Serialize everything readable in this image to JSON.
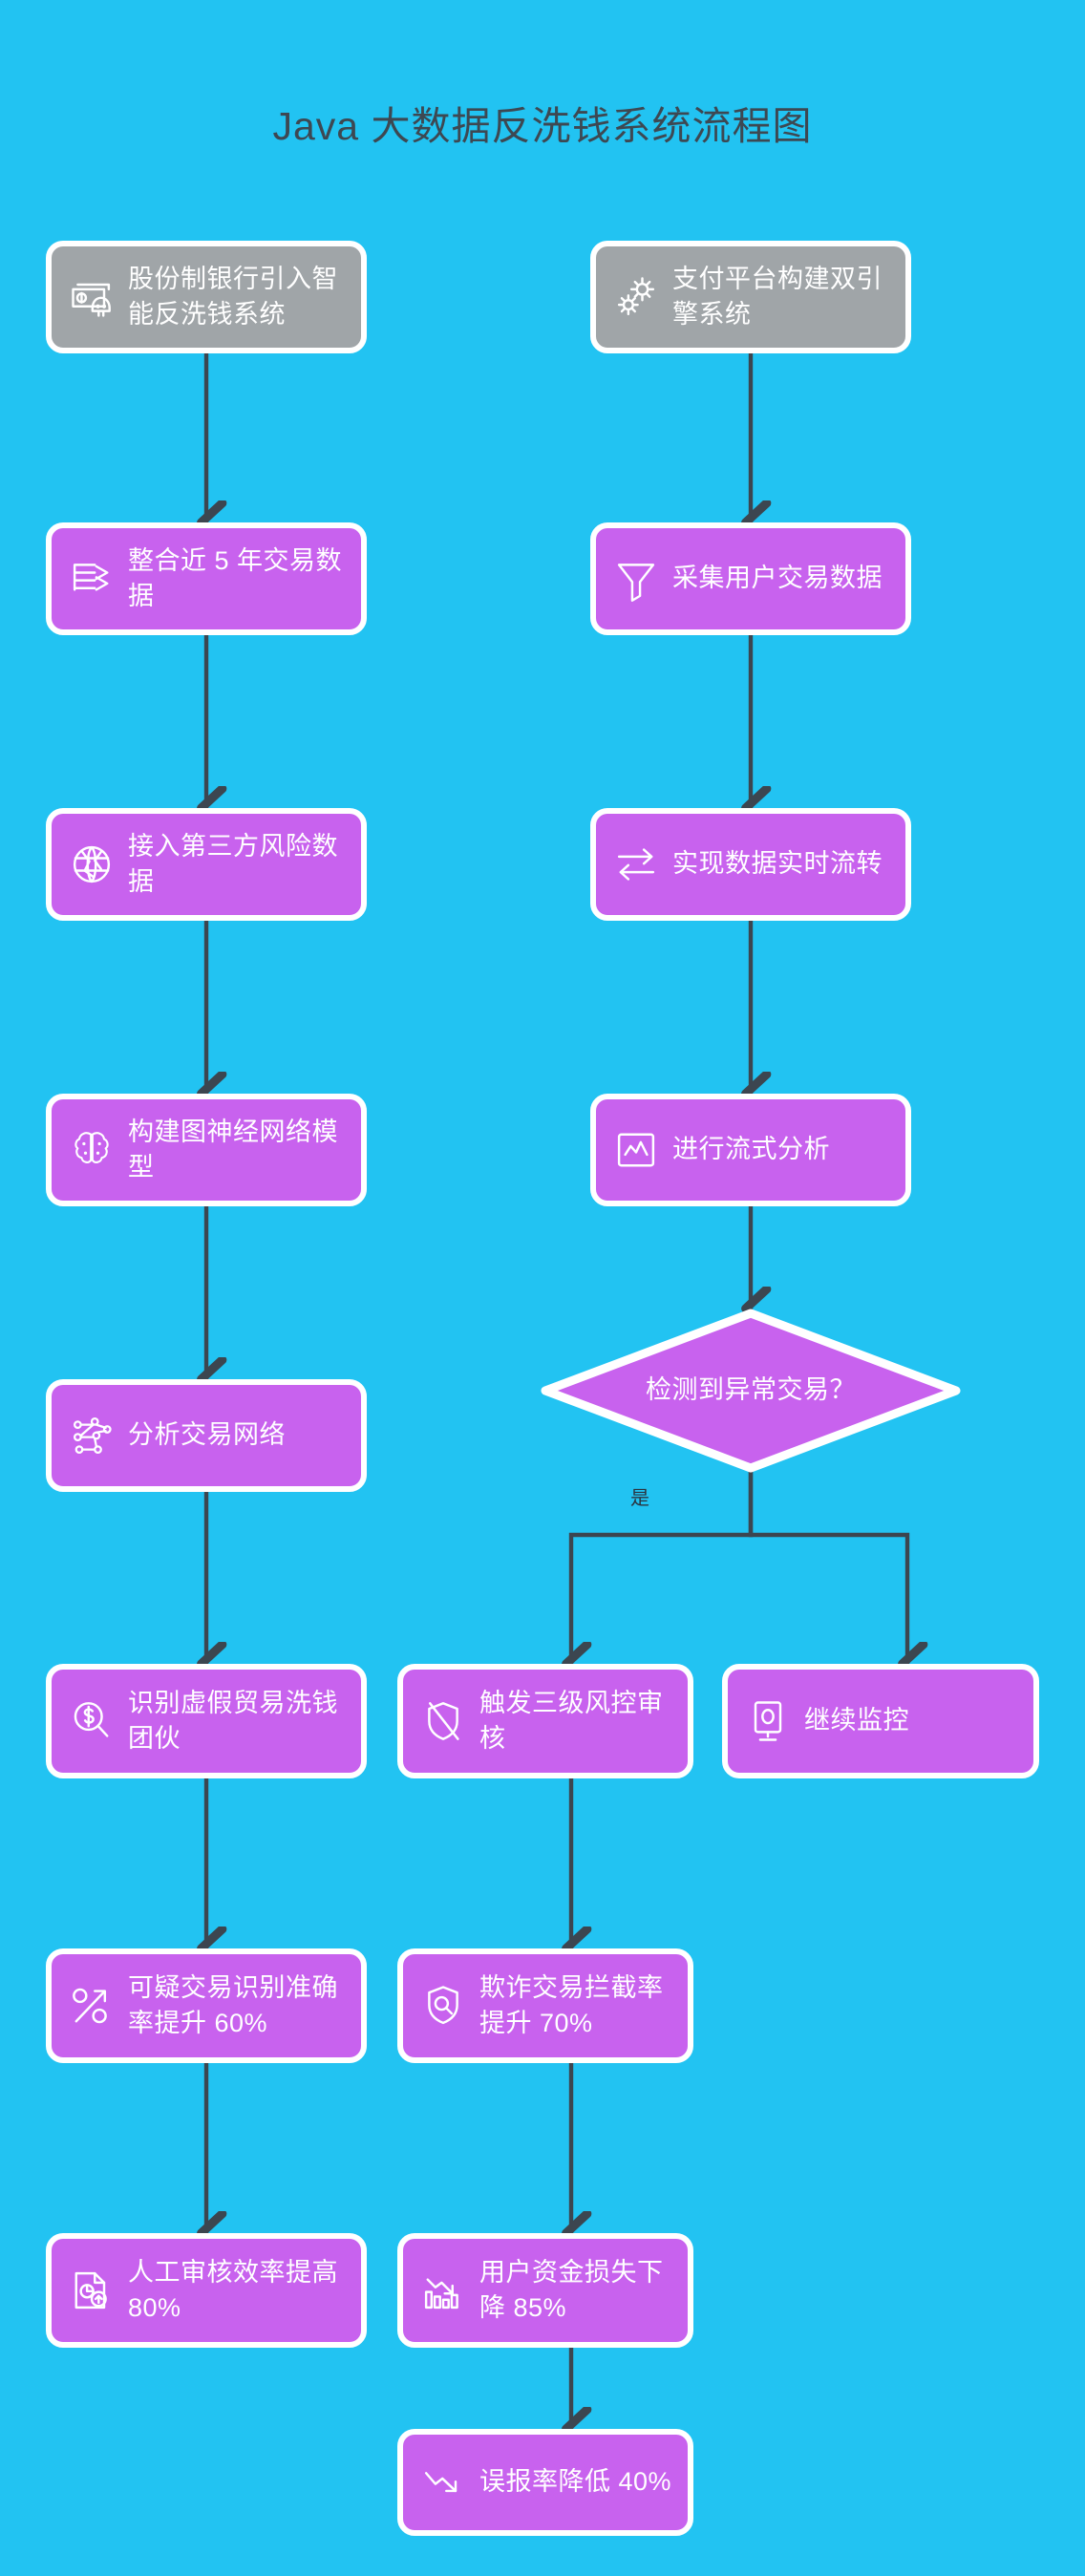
{
  "page": {
    "title": "Java 大数据反洗钱系统流程图",
    "background_color": "#22c3f2",
    "process_color": "#c862ee",
    "start_color": "#a0a5a8",
    "edge_color": "#3c4650",
    "node_text_color": "#ffffff",
    "title_color": "#3d4852"
  },
  "nodes": [
    {
      "id": "bank_start",
      "label": "股份制银行引入智能反洗钱系统",
      "icon": "money-skull-icon",
      "shape": "rounded-rect",
      "type": "start"
    },
    {
      "id": "pay_start",
      "label": "支付平台构建双引擎系统",
      "icon": "gears-icon",
      "shape": "rounded-rect",
      "type": "start"
    },
    {
      "id": "merge_data",
      "label": "整合近 5 年交易数据",
      "icon": "data-merge-icon",
      "shape": "rounded-rect",
      "type": "process"
    },
    {
      "id": "collect_data",
      "label": "采集用户交易数据",
      "icon": "funnel-icon",
      "shape": "rounded-rect",
      "type": "process"
    },
    {
      "id": "third_party",
      "label": "接入第三方风险数据",
      "icon": "globe-icon",
      "shape": "rounded-rect",
      "type": "process"
    },
    {
      "id": "realtime_flow",
      "label": "实现数据实时流转",
      "icon": "exchange-arrows-icon",
      "shape": "rounded-rect",
      "type": "process"
    },
    {
      "id": "gnn_model",
      "label": "构建图神经网络模型",
      "icon": "brain-icon",
      "shape": "rounded-rect",
      "type": "process"
    },
    {
      "id": "stream_analysis",
      "label": "进行流式分析",
      "icon": "line-chart-icon",
      "shape": "rounded-rect",
      "type": "process"
    },
    {
      "id": "analyze_network",
      "label": "分析交易网络",
      "icon": "network-nodes-icon",
      "shape": "rounded-rect",
      "type": "process"
    },
    {
      "id": "decision",
      "label": "检测到异常交易？",
      "icon": "",
      "shape": "diamond",
      "type": "decision"
    },
    {
      "id": "fake_trade",
      "label": "识别虚假贸易洗钱团伙",
      "icon": "dollar-search-icon",
      "shape": "rounded-rect",
      "type": "process"
    },
    {
      "id": "risk_review",
      "label": "触发三级风控审核",
      "icon": "shield-slash-icon",
      "shape": "rounded-rect",
      "type": "process"
    },
    {
      "id": "keep_monitor",
      "label": "继续监控",
      "icon": "monitor-icon",
      "shape": "rounded-rect",
      "type": "process"
    },
    {
      "id": "accuracy_up",
      "label": "可疑交易识别准确率提升 60%",
      "icon": "percent-rise-icon",
      "shape": "rounded-rect",
      "type": "process"
    },
    {
      "id": "intercept_up",
      "label": "欺诈交易拦截率提升 70%",
      "icon": "shield-search-icon",
      "shape": "rounded-rect",
      "type": "process"
    },
    {
      "id": "manual_eff",
      "label": "人工审核效率提高 80%",
      "icon": "doc-arrow-up-icon",
      "shape": "rounded-rect",
      "type": "process"
    },
    {
      "id": "loss_down",
      "label": "用户资金损失下降 85%",
      "icon": "bar-decline-icon",
      "shape": "rounded-rect",
      "type": "process"
    },
    {
      "id": "false_alarm",
      "label": "误报率降低 40%",
      "icon": "trend-down-icon",
      "shape": "rounded-rect",
      "type": "process"
    }
  ],
  "edge_labels": [
    {
      "id": "yes_label",
      "text": "是"
    }
  ]
}
